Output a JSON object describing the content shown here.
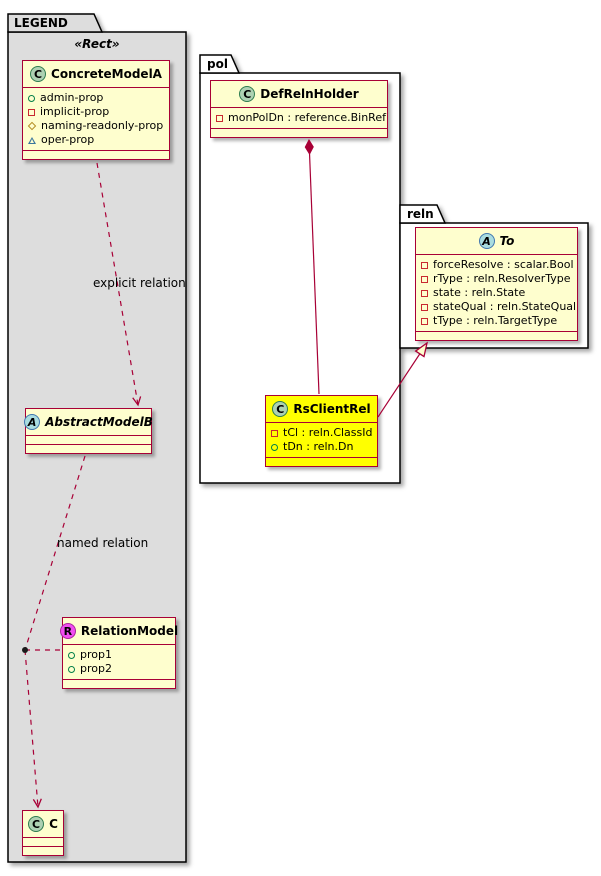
{
  "packages": {
    "legend": {
      "label": "LEGEND",
      "stereotype": "«Rect»"
    },
    "pol": {
      "label": "pol"
    },
    "reln": {
      "label": "reln"
    }
  },
  "edges": {
    "explicit": {
      "label": "explicit relation"
    },
    "named": {
      "label": "named relation"
    }
  },
  "classes": {
    "concreteModelA": {
      "name": "ConcreteModelA",
      "icon_letter": "C",
      "props": [
        {
          "icon": "public-circle",
          "label": "admin-prop"
        },
        {
          "icon": "private-square",
          "label": "implicit-prop"
        },
        {
          "icon": "protected-diamond",
          "label": "naming-readonly-prop"
        },
        {
          "icon": "package-triangle",
          "label": "oper-prop"
        }
      ]
    },
    "abstractModelB": {
      "name": "AbstractModelB",
      "icon_letter": "A",
      "props": []
    },
    "relationModel": {
      "name": "RelationModel",
      "icon_letter": "R",
      "props": [
        {
          "icon": "public-circle",
          "label": "prop1"
        },
        {
          "icon": "public-circle",
          "label": "prop2"
        }
      ]
    },
    "c": {
      "name": "C",
      "icon_letter": "C",
      "props": []
    },
    "defRelnHolder": {
      "name": "DefRelnHolder",
      "icon_letter": "C",
      "props": [
        {
          "icon": "private-square",
          "label": "monPolDn : reference.BinRef"
        }
      ]
    },
    "rsClientRel": {
      "name": "RsClientRel",
      "icon_letter": "C",
      "props": [
        {
          "icon": "private-square",
          "label": "tCl : reln.ClassId"
        },
        {
          "icon": "public-circle",
          "label": "tDn : reln.Dn"
        }
      ]
    },
    "to": {
      "name": "To",
      "icon_letter": "A",
      "props": [
        {
          "icon": "private-square",
          "label": "forceResolve : scalar.Bool"
        },
        {
          "icon": "private-square",
          "label": "rType : reln.ResolverType"
        },
        {
          "icon": "private-square",
          "label": "state : reln.State"
        },
        {
          "icon": "private-square",
          "label": "stateQual : reln.StateQual"
        },
        {
          "icon": "private-square",
          "label": "tType : reln.TargetType"
        }
      ]
    }
  },
  "colors": {
    "class_bg": "#FEFECE",
    "class_border": "#A80036",
    "highlight_bg": "#FFFF00",
    "legend_bg": "#DDDDDD",
    "package_bg": "#FFFFFF",
    "spot_class_bg": "#ADD1B2",
    "spot_abstract_bg": "#A9DCDF",
    "spot_relation_bg": "#F24DF2",
    "edge_color": "#A80036"
  }
}
